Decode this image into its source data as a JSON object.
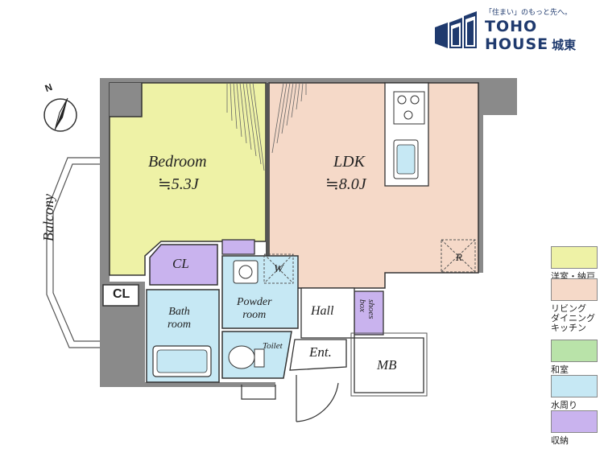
{
  "brand": {
    "tagline": "「住まい」のもっと先へ。",
    "name_line1": "TOHO",
    "name_line2": "HOUSE",
    "suffix": "城東"
  },
  "compass": {
    "north": "N"
  },
  "rooms": {
    "bedroom": {
      "name": "Bedroom",
      "size": "≒5.3J"
    },
    "ldk": {
      "name": "LDK",
      "size": "≒8.0J"
    },
    "balcony": "Balcony",
    "cl_inner": "CL",
    "cl_outer": "CL",
    "bath": "Bath\nroom",
    "powder": "Powder\nroom",
    "hall": "Hall",
    "shoes": "shoes\nbox",
    "toilet": "Toilet",
    "entrance": "Ent.",
    "mb": "MB",
    "washer": "W",
    "fridge": "R"
  },
  "colors": {
    "western": "#eef2a6",
    "living": "#f5d9c8",
    "japanese": "#b9e3a9",
    "water": "#c6e8f4",
    "storage": "#c9b3ee",
    "wall": "#8a8a8a",
    "brand": "#1f3a6e"
  },
  "legend": [
    {
      "color": "#eef2a6",
      "label": "洋室・納戸"
    },
    {
      "color": "#f5d9c8",
      "label": "リビング\nダイニング\nキッチン"
    },
    {
      "color": "#b9e3a9",
      "label": "和室"
    },
    {
      "color": "#c6e8f4",
      "label": "水周り"
    },
    {
      "color": "#c9b3ee",
      "label": "収納"
    }
  ]
}
